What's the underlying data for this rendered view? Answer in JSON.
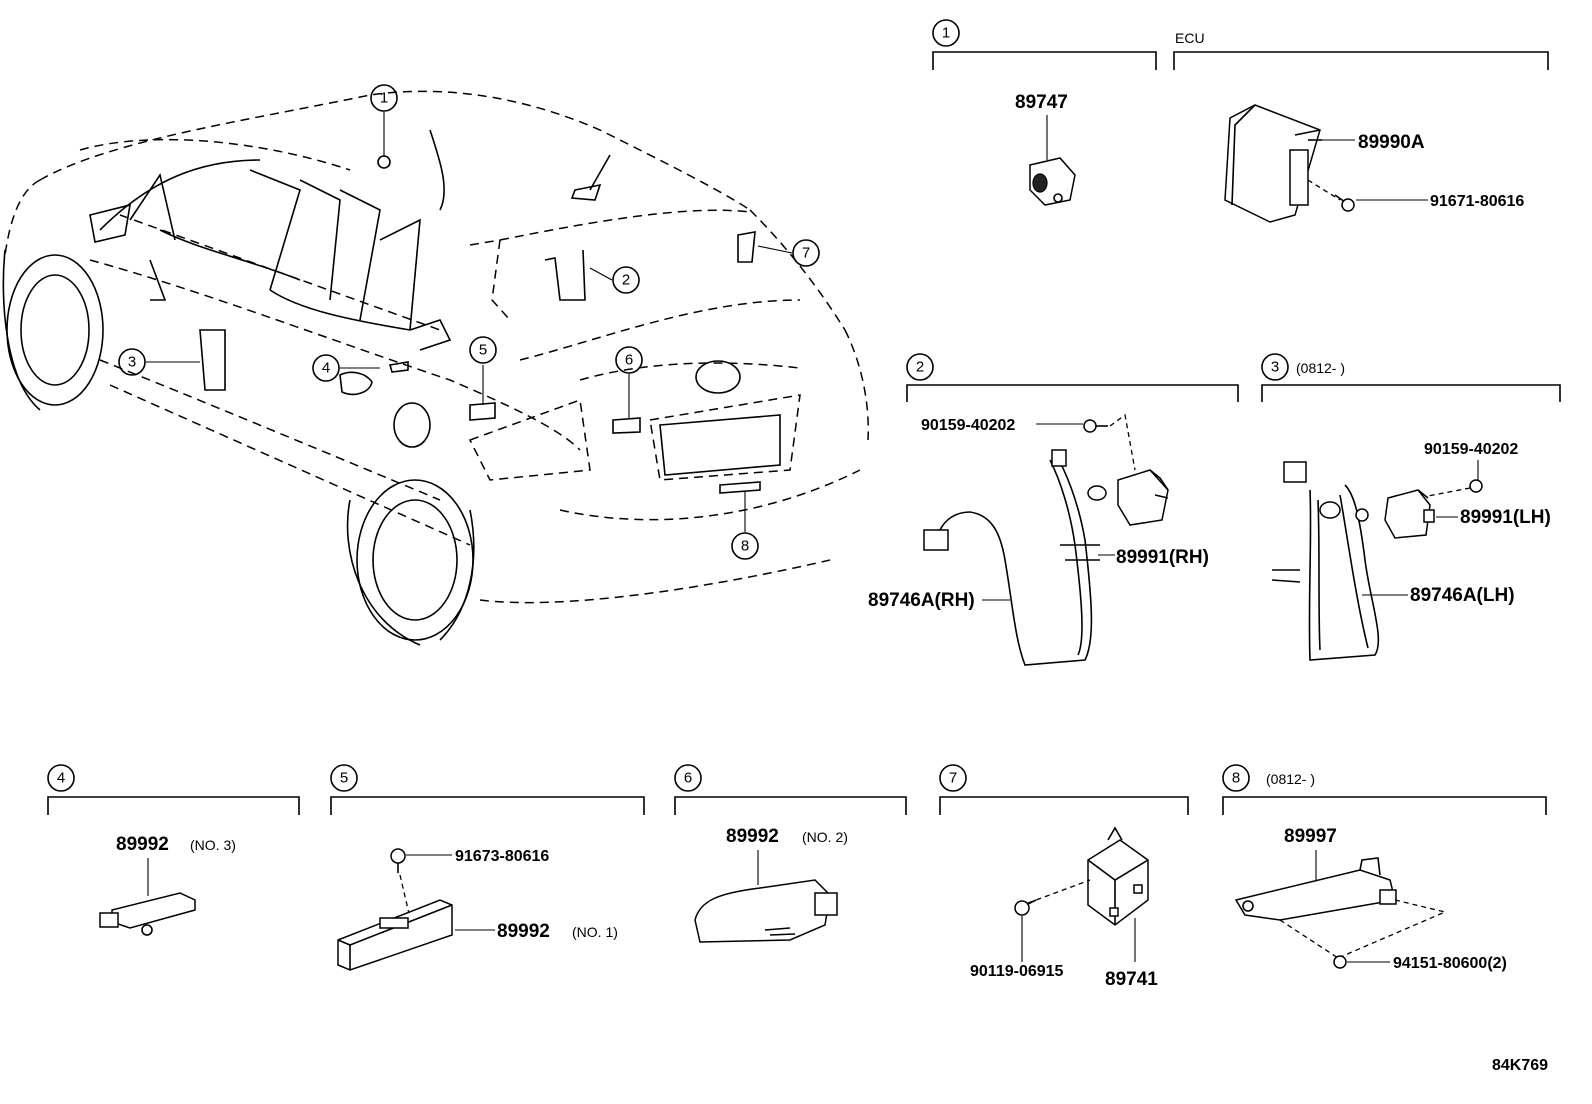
{
  "diagram_id": "84K769",
  "callouts": [
    "1",
    "2",
    "3",
    "4",
    "5",
    "6",
    "7",
    "8"
  ],
  "sections": {
    "s1": {
      "num": "1"
    },
    "ecu": {
      "label": "ECU",
      "part_ecu": "89990A",
      "part_bolt": "91671-80616"
    },
    "s1_parts": {
      "antenna": "89747"
    },
    "s2": {
      "num": "2",
      "bolt": "90159-40202",
      "sensor": "89991(RH)",
      "harness": "89746A(RH)"
    },
    "s3": {
      "num": "3",
      "note": "(0812-      )",
      "bolt": "90159-40202",
      "sensor": "89991(LH)",
      "harness": "89746A(LH)"
    },
    "s4": {
      "num": "4",
      "part": "89992",
      "qual": "(NO. 3)"
    },
    "s5": {
      "num": "5",
      "bolt": "91673-80616",
      "part": "89992",
      "qual": "(NO. 1)"
    },
    "s6": {
      "num": "6",
      "part": "89992",
      "qual": "(NO. 2)"
    },
    "s7": {
      "num": "7",
      "screw": "90119-06915",
      "part": "89741"
    },
    "s8": {
      "num": "8",
      "note": "(0812-      )",
      "part": "89997",
      "nut": "94151-80600(2)"
    }
  }
}
